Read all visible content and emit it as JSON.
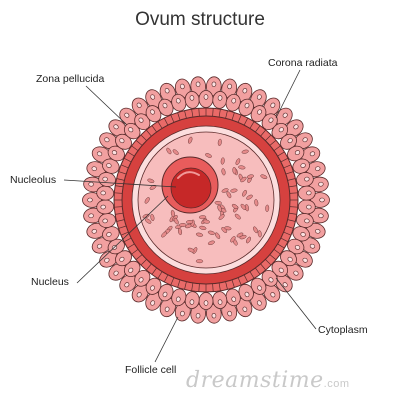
{
  "title": "Ovum structure",
  "labels": {
    "zona_pellucida": "Zona pellucida",
    "corona_radiata": "Corona radiata",
    "nucleolus": "Nucleolus",
    "nucleus": "Nucleus",
    "cytoplasm": "Cytoplasm",
    "follicle_cell": "Follicle cell"
  },
  "watermark": {
    "text": "dreamstime",
    "tld": ".com"
  },
  "colors": {
    "outline": "#5a2a2a",
    "follicle_cell": "#f2a0a0",
    "follicle_nucleus": "#fbe0e0",
    "cell_band": "#e96a68",
    "zona_pellucida": "#d6413f",
    "perivitelline": "#fcdede",
    "cytoplasm": "#f7bdbd",
    "inclusion": "#e58a8a",
    "nucleus": "#e85c5c",
    "nucleolus": "#c62828",
    "leader": "#333333"
  }
}
